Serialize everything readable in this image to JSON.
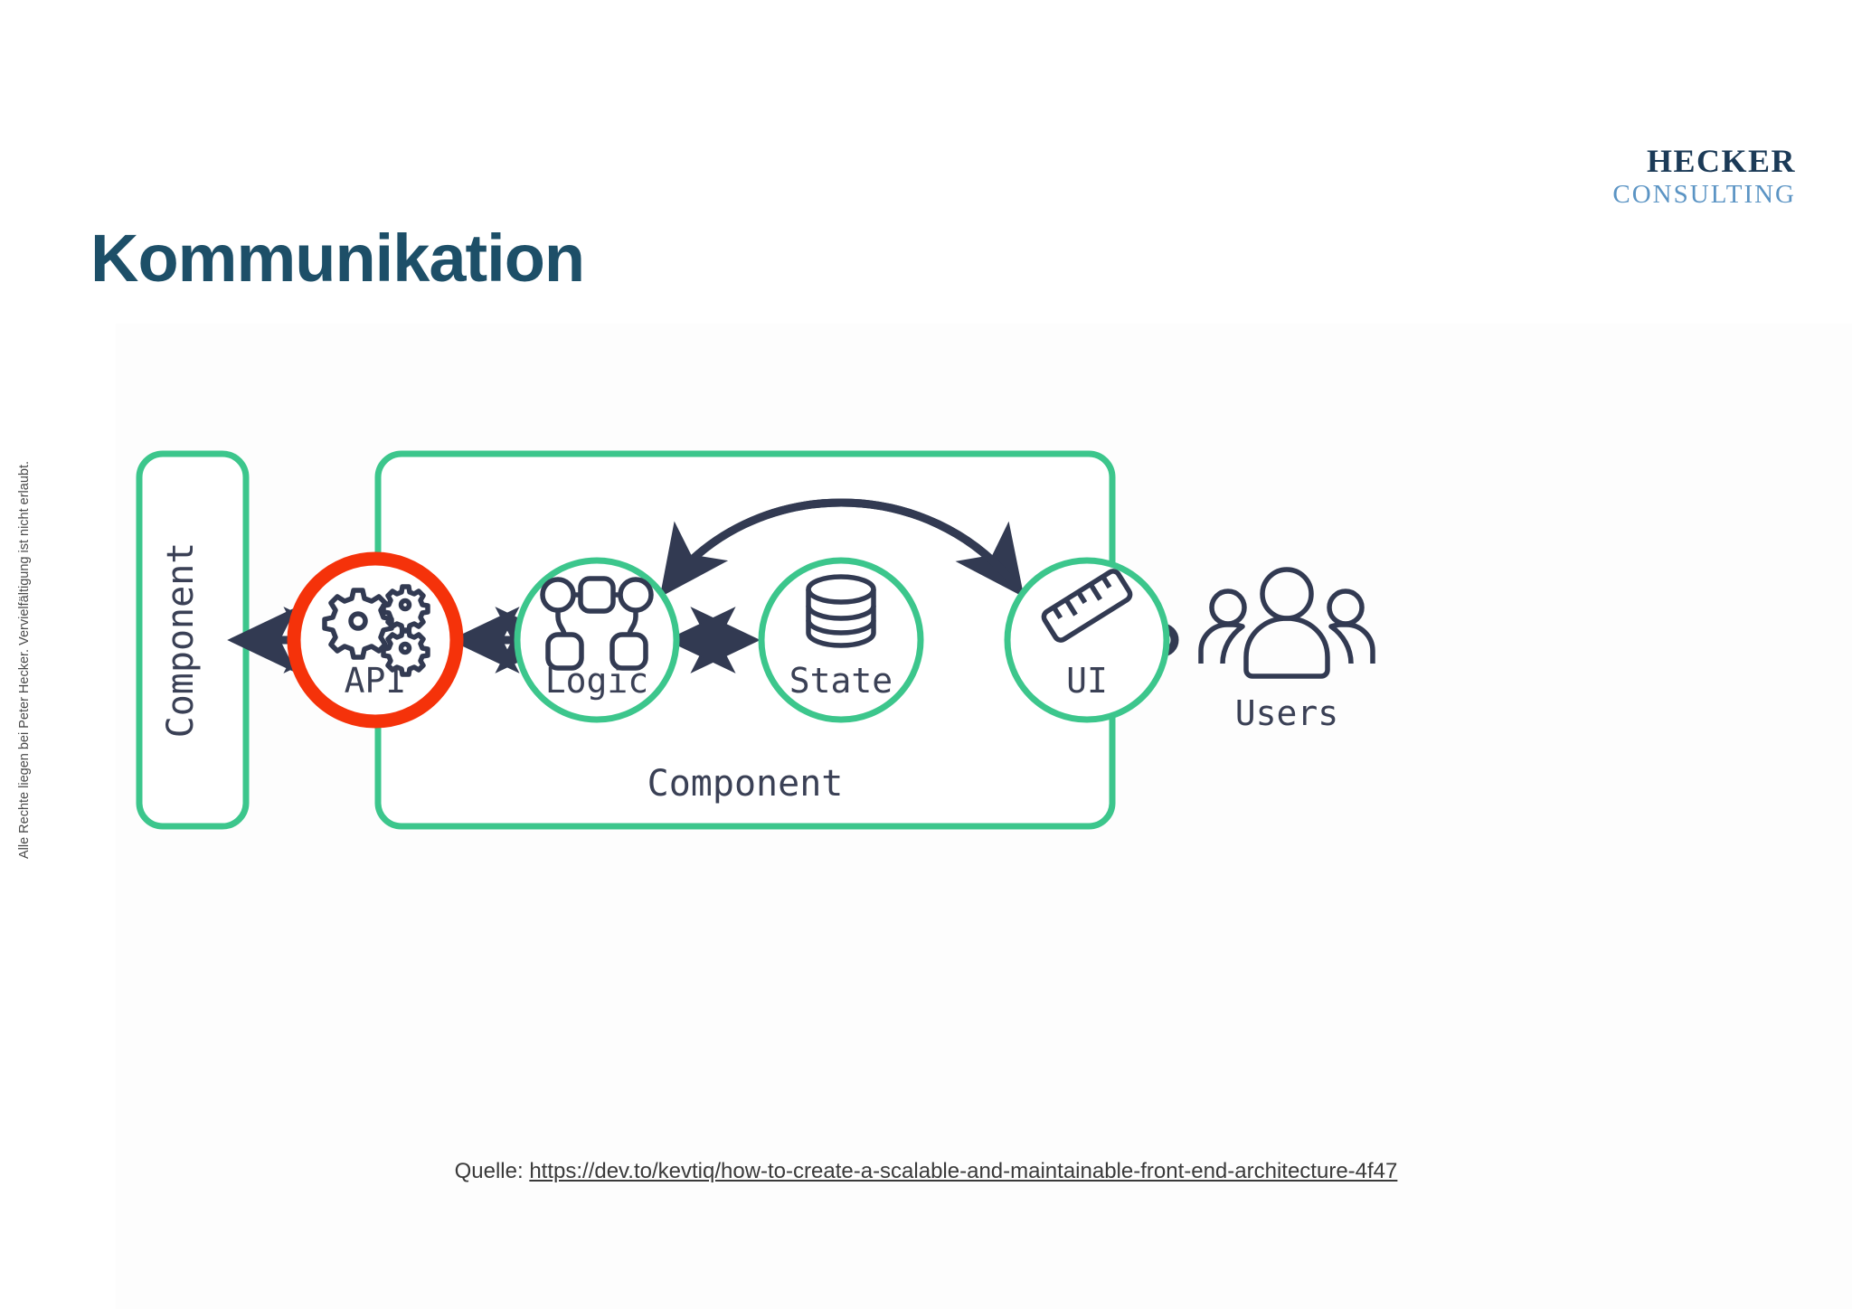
{
  "brand": {
    "line1": "HECKER",
    "line2": "CONSULTING",
    "color_top": "#1b3a57",
    "color_bottom": "#5b94c4"
  },
  "page": {
    "title": "Kommunikation",
    "title_color": "#1d4f68",
    "background": "#ffffff"
  },
  "copyright": {
    "text": "Alle Rechte liegen bei Peter Hecker. Vervielfältigung ist nicht erlaubt."
  },
  "diagram": {
    "type": "architecture-flow",
    "colors": {
      "green": "#3cc68c",
      "ink": "#323a52",
      "highlight_red": "#f5320a"
    },
    "external_component": {
      "label": "Component",
      "orientation": "vertical"
    },
    "inner_component": {
      "label": "Component"
    },
    "nodes": [
      {
        "id": "api",
        "label": "API",
        "icon": "gears-icon",
        "highlighted": true
      },
      {
        "id": "logic",
        "label": "Logic",
        "icon": "node-graph-icon",
        "highlighted": false
      },
      {
        "id": "state",
        "label": "State",
        "icon": "database-icon",
        "highlighted": false
      },
      {
        "id": "ui",
        "label": "UI",
        "icon": "ruler-icon",
        "highlighted": false
      }
    ],
    "actor": {
      "label": "Users",
      "icon": "users-group-icon"
    },
    "edges": [
      {
        "from": "external-component",
        "to": "api",
        "style": "bidirectional"
      },
      {
        "from": "api",
        "to": "logic",
        "style": "bidirectional"
      },
      {
        "from": "logic",
        "to": "state",
        "style": "bidirectional"
      },
      {
        "from": "logic",
        "to": "ui",
        "style": "bidirectional-curved-over-state"
      },
      {
        "from": "users",
        "to": "ui",
        "style": "socket-to-arrow"
      }
    ]
  },
  "source": {
    "prefix": "Quelle: ",
    "url": "https://dev.to/kevtiq/how-to-create-a-scalable-and-maintainable-front-end-architecture-4f47"
  }
}
